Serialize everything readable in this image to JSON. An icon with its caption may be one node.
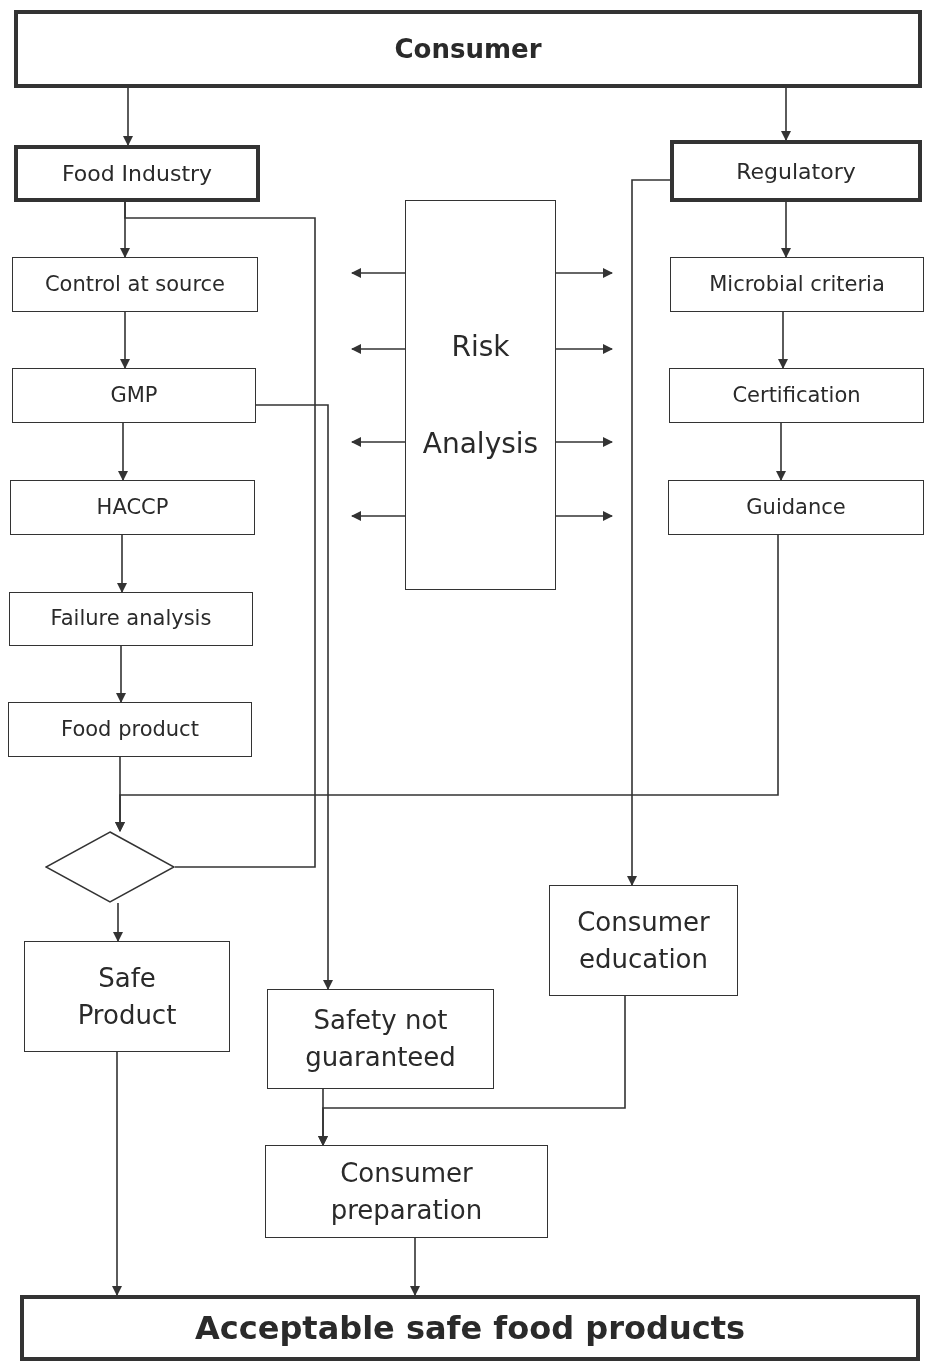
{
  "diagram": {
    "nodes": [
      {
        "text": [
          "Consumer"
        ]
      },
      {
        "text": [
          "Food Industry"
        ]
      },
      {
        "text": [
          "Regulatory"
        ]
      },
      {
        "text": [
          "Control at source"
        ]
      },
      {
        "text": [
          "GMP"
        ]
      },
      {
        "text": [
          "HACCP"
        ]
      },
      {
        "text": [
          "Failure analysis"
        ]
      },
      {
        "text": [
          "Food product"
        ]
      },
      {
        "text": [
          "Risk Analysis"
        ]
      },
      {
        "text": [
          "Microbial criteria"
        ]
      },
      {
        "text": [
          "Certification"
        ]
      },
      {
        "text": [
          "Guidance"
        ]
      },
      {
        "text": [],
        "shape": "diamond"
      },
      {
        "text": [
          "Safe Product"
        ]
      },
      {
        "text": [
          "Safety not guaranteed"
        ]
      },
      {
        "text": [
          "Consumer education"
        ]
      },
      {
        "text": [
          "Consumer preparation"
        ]
      },
      {
        "text": [
          "Acceptable safe food products"
        ]
      }
    ],
    "edges": [
      {
        "from": 0,
        "to": 1,
        "arrow": "to"
      },
      {
        "from": 0,
        "to": 2,
        "arrow": "to"
      },
      {
        "from": 1,
        "to": 3,
        "arrow": "to"
      },
      {
        "from": 3,
        "to": 4,
        "arrow": "to"
      },
      {
        "from": 4,
        "to": 5,
        "arrow": "to"
      },
      {
        "from": 5,
        "to": 6,
        "arrow": "to"
      },
      {
        "from": 6,
        "to": 7,
        "arrow": "to"
      },
      {
        "from": 7,
        "to": 12,
        "arrow": "to"
      },
      {
        "from": 11,
        "to": 12,
        "arrow": "to"
      },
      {
        "from": 1,
        "to": 12,
        "arrow": "none"
      },
      {
        "from": 4,
        "to": 14,
        "arrow": "to"
      },
      {
        "from": 2,
        "to": 15,
        "arrow": "to"
      },
      {
        "from": 12,
        "to": 13,
        "arrow": "to"
      },
      {
        "from": 13,
        "to": 17,
        "arrow": "to"
      },
      {
        "from": 14,
        "to": 16,
        "arrow": "to"
      },
      {
        "from": 15,
        "to": 16,
        "arrow": "to"
      },
      {
        "from": 16,
        "to": 17,
        "arrow": "to"
      },
      {
        "from": 2,
        "to": 9,
        "arrow": "to"
      },
      {
        "from": 9,
        "to": 10,
        "arrow": "to"
      },
      {
        "from": 10,
        "to": 11,
        "arrow": "to"
      },
      {
        "from": 8,
        "to": null,
        "arrow": "to"
      },
      {
        "from": 8,
        "to": null,
        "arrow": "to"
      },
      {
        "from": 8,
        "to": null,
        "arrow": "to"
      },
      {
        "from": 8,
        "to": null,
        "arrow": "to"
      },
      {
        "from": 8,
        "to": null,
        "arrow": "to"
      },
      {
        "from": 8,
        "to": null,
        "arrow": "to"
      },
      {
        "from": 8,
        "to": null,
        "arrow": "to"
      },
      {
        "from": 8,
        "to": null,
        "arrow": "to"
      }
    ]
  }
}
